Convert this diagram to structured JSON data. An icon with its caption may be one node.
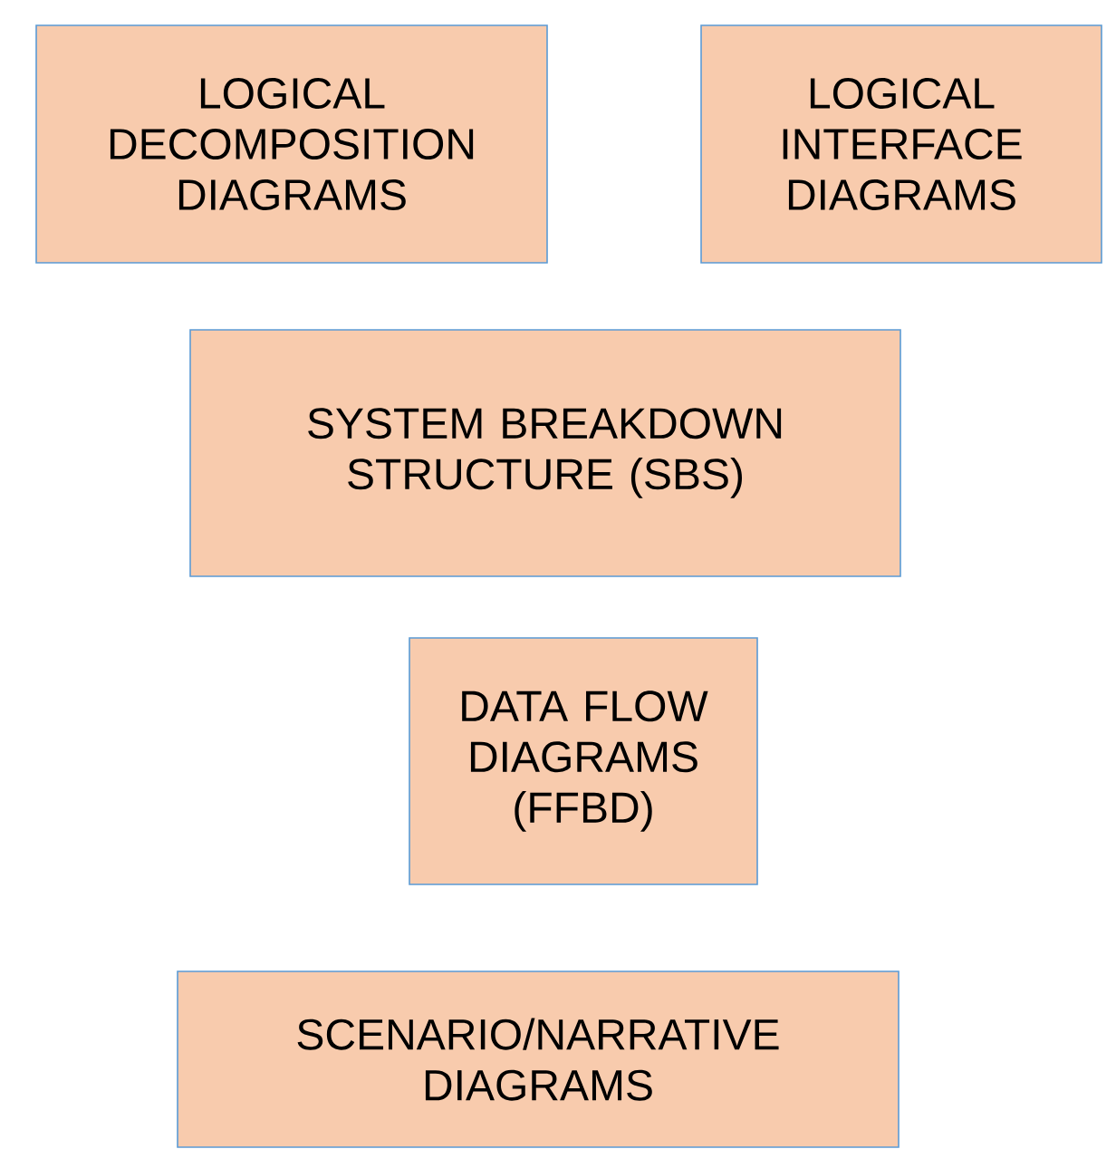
{
  "diagram": {
    "nodes": [
      {
        "text": [
          "LOGICAL DECOMPOSITION DIAGRAMS"
        ]
      },
      {
        "text": [
          "LOGICAL INTERFACE DIAGRAMS"
        ]
      },
      {
        "text": [
          "SYSTEM BREAKDOWN STRUCTURE (SBS)"
        ]
      },
      {
        "text": [
          "DATA FLOW DIAGRAMS (FFBD)"
        ]
      },
      {
        "text": [
          "SCENARIO/NARRATIVE DIAGRAMS"
        ]
      }
    ]
  }
}
